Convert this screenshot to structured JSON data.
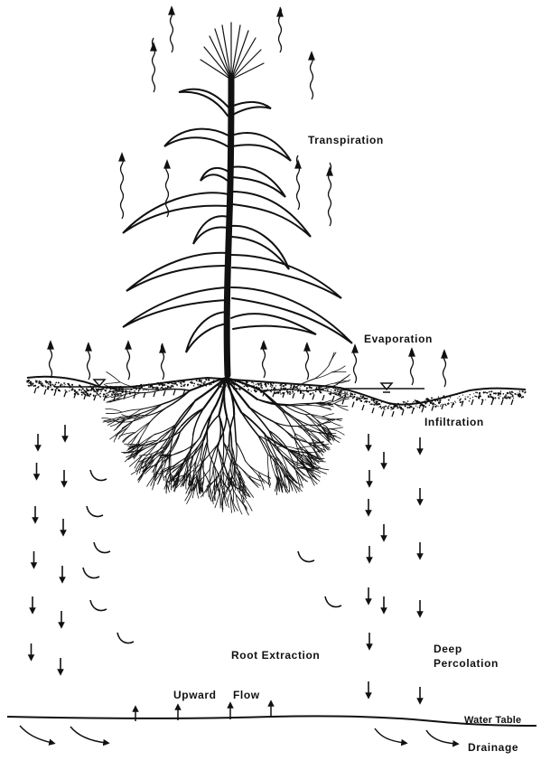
{
  "labels": {
    "transpiration": "Transpiration",
    "evaporation": "Evaporation",
    "infiltration": "Infiltration",
    "root_extraction": "Root Extraction",
    "deep": "Deep",
    "percolation": "Percolation",
    "upward_flow": "Upward",
    "upward_flow_2": "Flow",
    "water_table": "Water Table",
    "drainage": "Drainage"
  },
  "icons": {
    "ponded_water": "water-level-triangle-icon",
    "plant": "corn-plant-icon",
    "roots": "root-system-icon"
  },
  "colors": {
    "ink": "#111111",
    "background": "#ffffff"
  }
}
